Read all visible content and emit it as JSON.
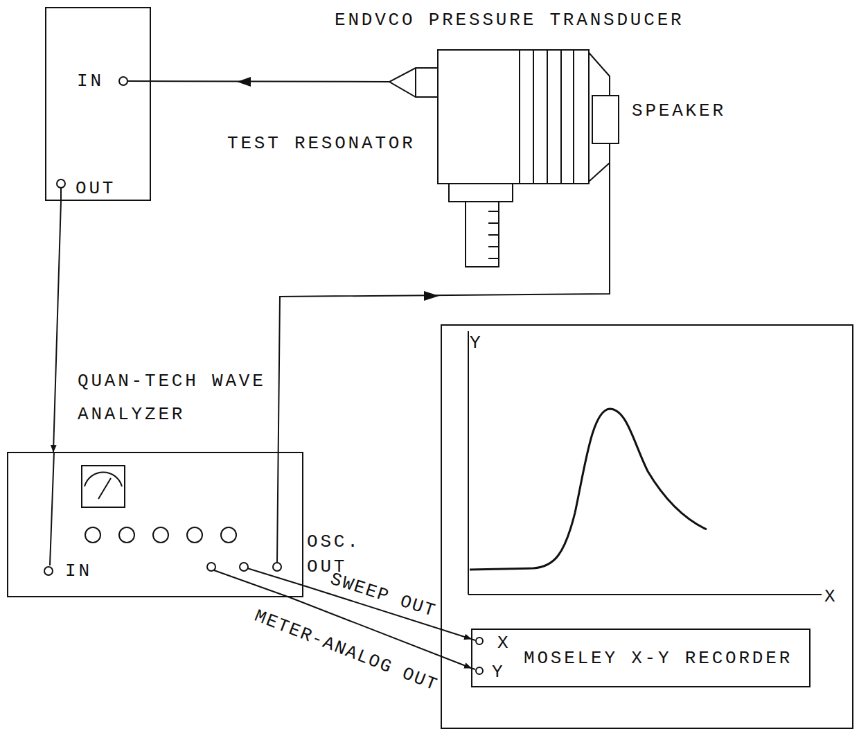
{
  "diagram": {
    "nodes": [
      {
        "text": [
          "IN",
          "OUT"
        ]
      },
      {
        "text": [
          "QUAN-TECH WAVE ANALYZER",
          "IN"
        ]
      },
      {
        "text": [
          "Y",
          "X"
        ]
      },
      {
        "text": [
          "X",
          "MOSELEY X-Y RECORDER",
          "Y"
        ],
        "in": 2
      }
    ],
    "edges": [
      {
        "from": 0,
        "to": 1,
        "arrow": "to"
      },
      {
        "from": 1,
        "to": 3,
        "label": "SWEEP OUT",
        "arrow": "to"
      },
      {
        "from": 1,
        "to": 3,
        "label": "METER-ANALOG OUT",
        "arrow": "to"
      }
    ],
    "labels": [
      "ENDVCO PRESSURE TRANSDUCER",
      "TEST RESONATOR",
      "SPEAKER",
      "OSC. OUT"
    ]
  }
}
